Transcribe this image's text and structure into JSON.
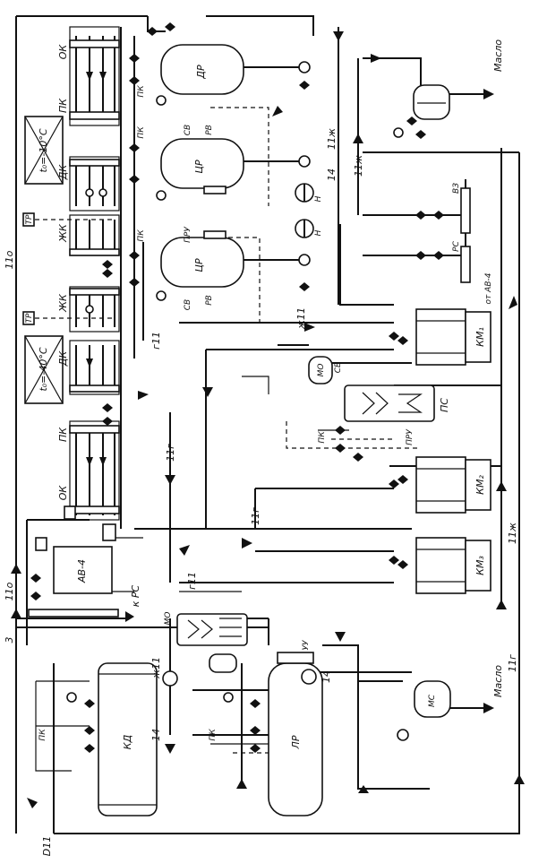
{
  "vessels": {
    "dr": "ДР",
    "cr_top": "ЦР",
    "cr_bottom": "ЦР",
    "kd": "КД",
    "lr": "ЛР",
    "uu": "УУ",
    "ms": "МС",
    "mo_top": "МО",
    "mo_bottom": "МО",
    "ps": "ПС",
    "av": "АВ-4"
  },
  "compressors": [
    "КМ₁",
    "КМ₂",
    "КМ₃"
  ],
  "air_coolers": {
    "upper_temp": "t₀=-10°C",
    "lower_temp": "t₀=-40°C"
  },
  "battery_labels": {
    "ok": "ОК",
    "pk": "ПК",
    "dk": "ДК",
    "zhk": "ЖК",
    "tr": "ТР"
  },
  "fittings": {
    "pk": "ПК",
    "sv": "СВ",
    "rv": "РВ",
    "pru": "ПРУ",
    "n": "Н",
    "rs": "РС",
    "vz": "ВЗ",
    "to_av4": "от АВ-4",
    "to_rs": "к РС"
  },
  "lines": {
    "l11o": "11о",
    "l11g": "11г",
    "l11zh": "11ж",
    "l14": "14",
    "l3": "3",
    "g11": "г11",
    "zh11": "ж11",
    "dii": "D11"
  },
  "outputs": {
    "oil_top": "Масло",
    "oil_bottom": "Масло"
  }
}
